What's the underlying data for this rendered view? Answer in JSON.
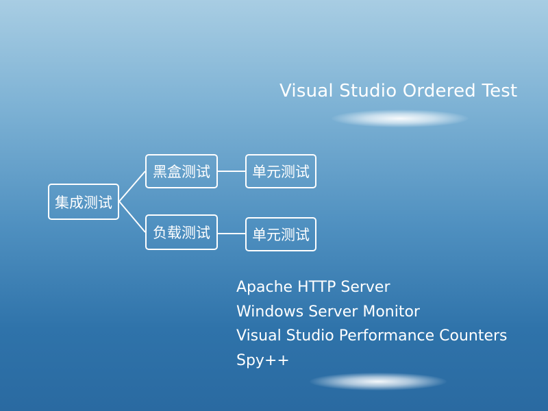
{
  "title": "Visual Studio Ordered Test",
  "diagram": {
    "root": "集成测试",
    "branch_black_box": "黑盒测试",
    "branch_load": "负载测试",
    "leaf_unit_1": "单元测试",
    "leaf_unit_2": "单元测试"
  },
  "tools": [
    "Apache HTTP Server",
    "Windows Server Monitor",
    "Visual Studio Performance Counters",
    "Spy++"
  ],
  "colors": {
    "background_top": "#a8cde3",
    "background_bottom": "#2a6aa1",
    "foreground": "#ffffff"
  }
}
